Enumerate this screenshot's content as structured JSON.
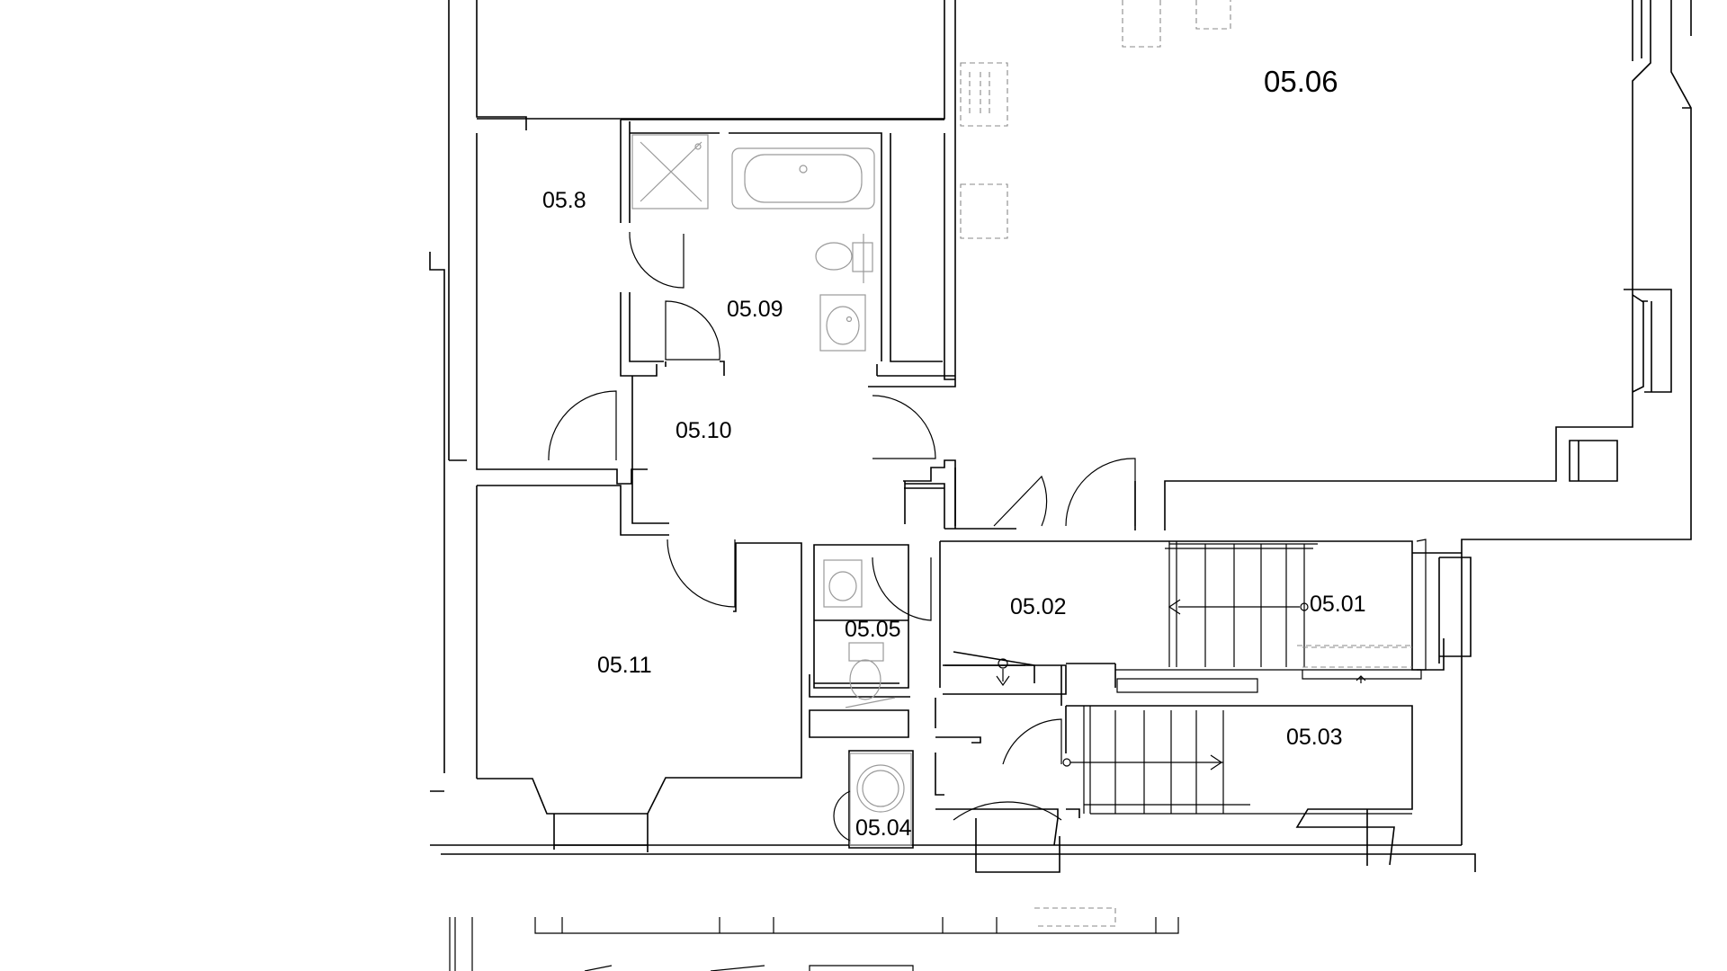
{
  "rooms": {
    "r0506": "05.06",
    "r058": "05.8",
    "r0509": "05.09",
    "r0510": "05.10",
    "r0511": "05.11",
    "r0505": "05.05",
    "r0502": "05.02",
    "r0501": "05.01",
    "r0503": "05.03",
    "r0504": "05.04"
  }
}
